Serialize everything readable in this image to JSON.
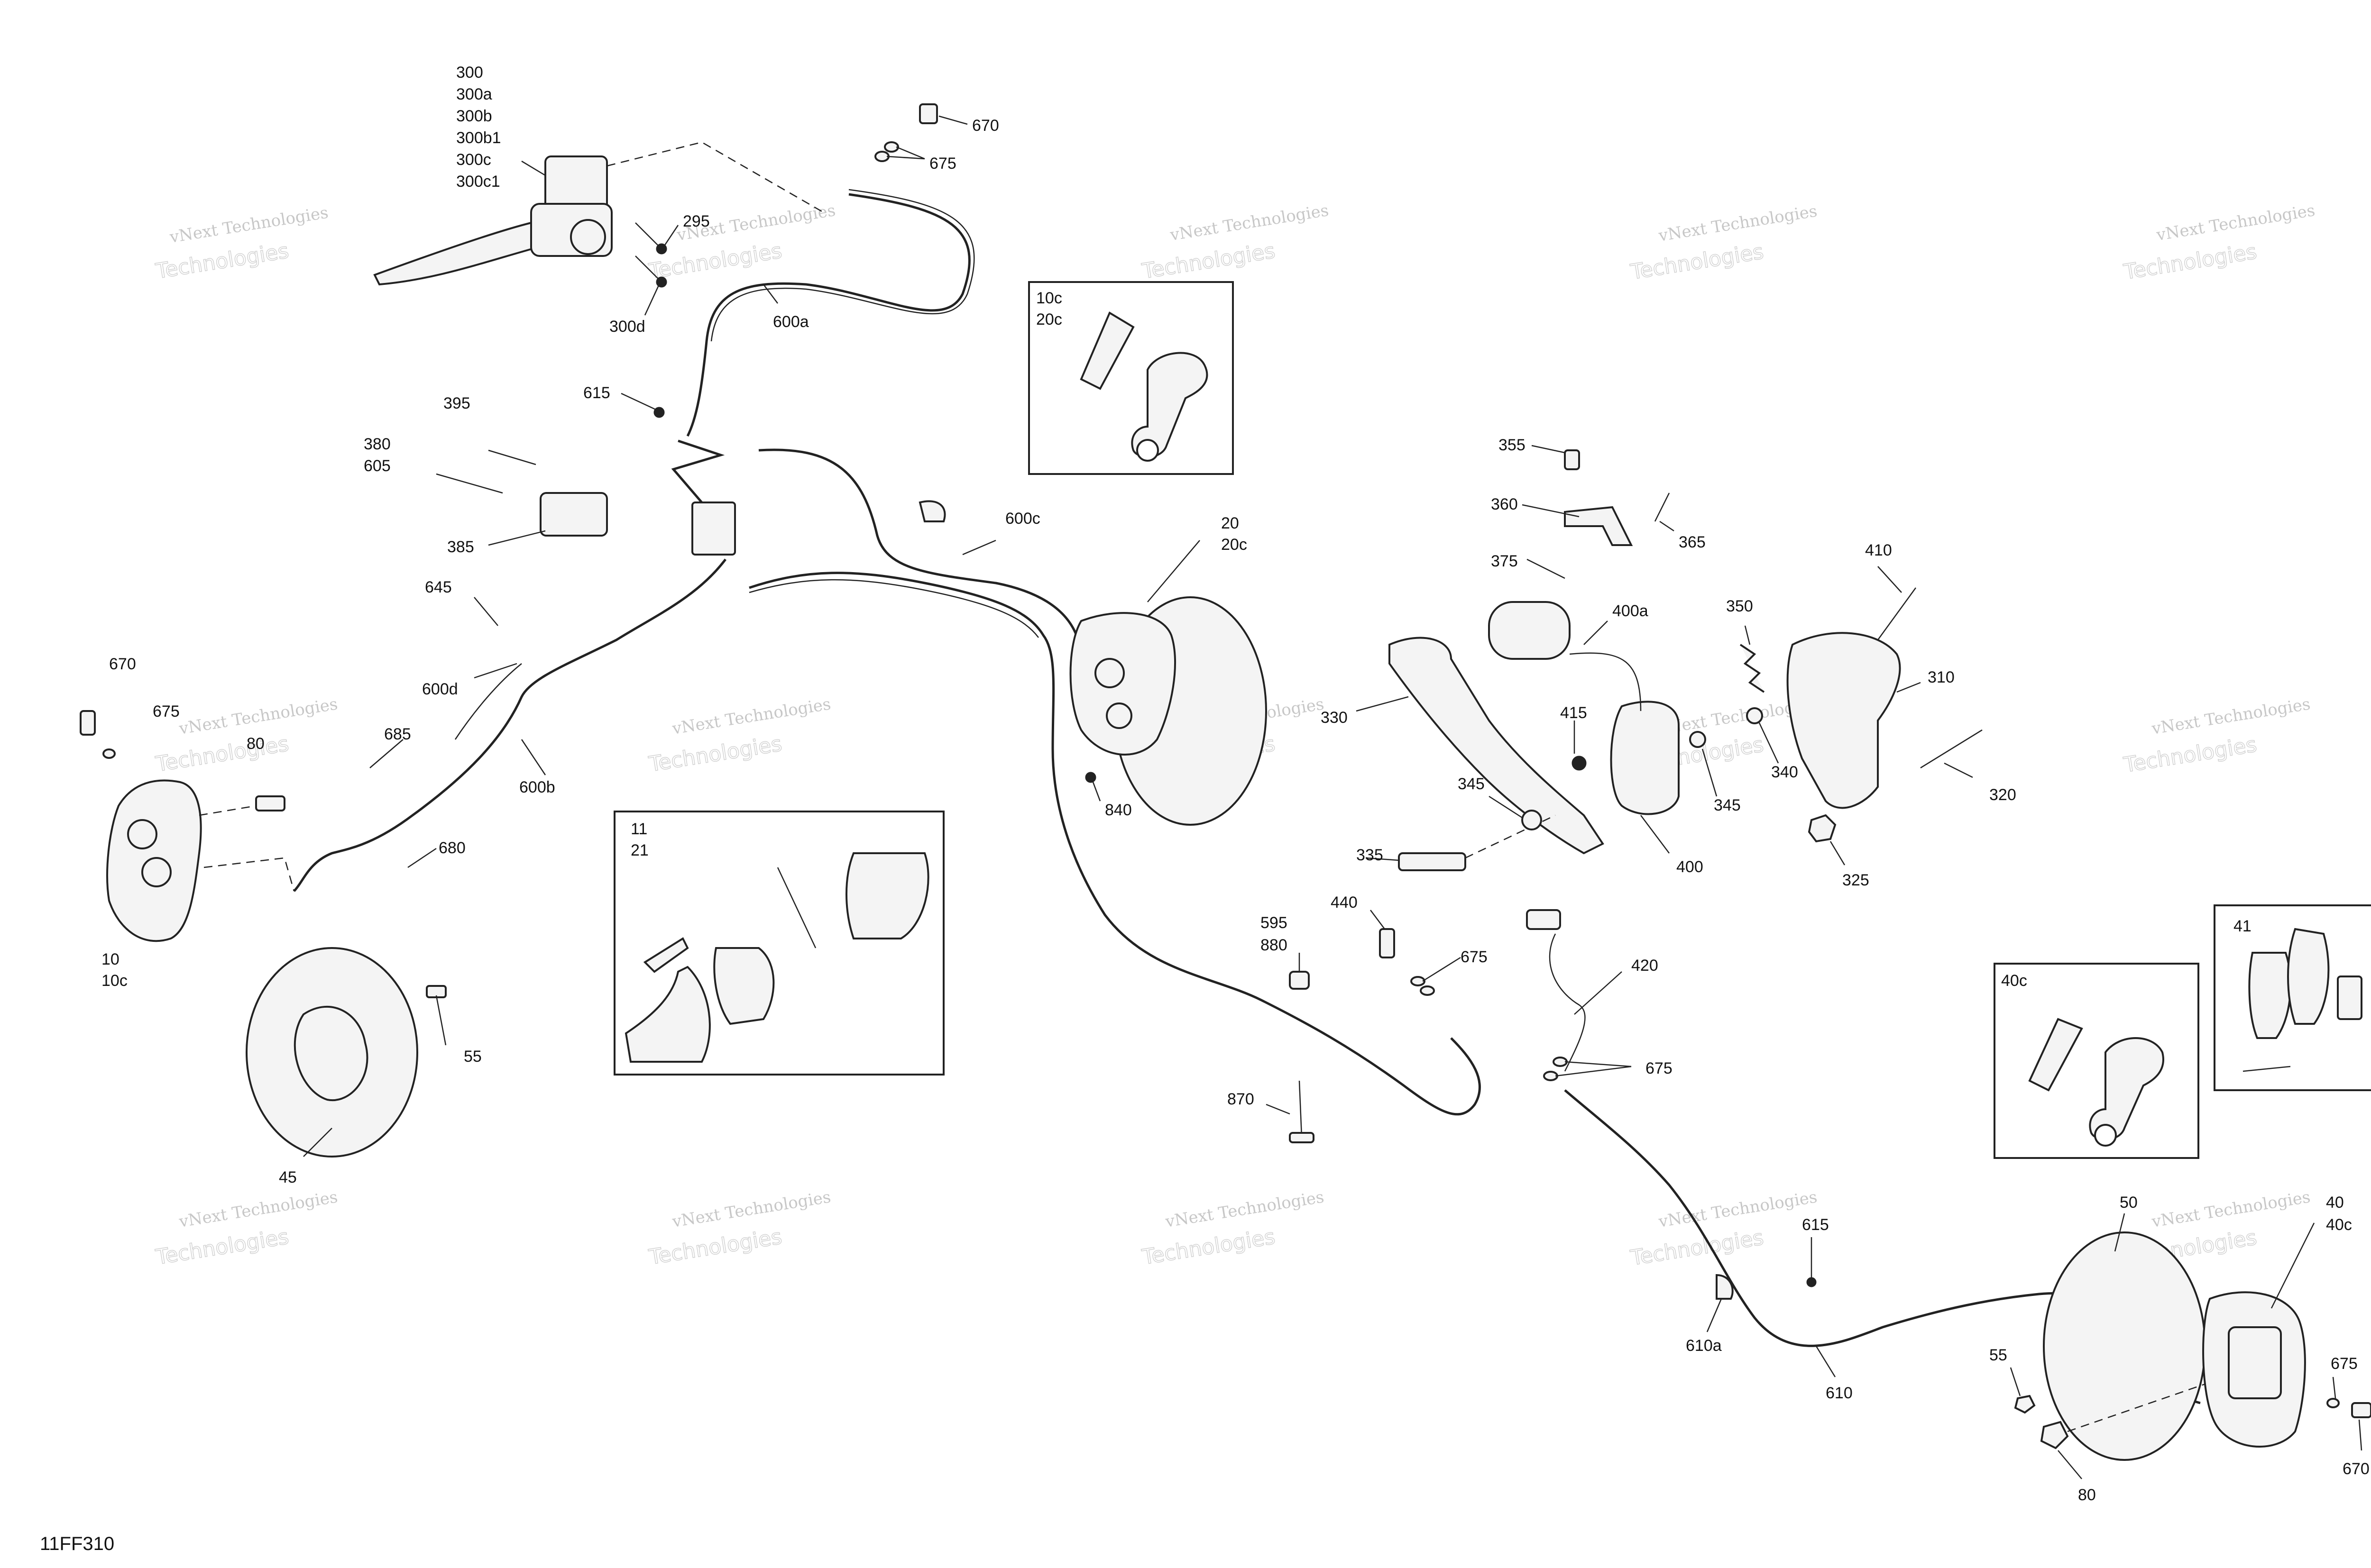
{
  "diagram_id": "11FF310",
  "watermark": {
    "line1": "vNext Technologies",
    "line2": "Technologies"
  },
  "callouts": {
    "c300": "300",
    "c300a": "300a",
    "c300b": "300b",
    "c300b1": "300b1",
    "c300c": "300c",
    "c300c1": "300c1",
    "c295": "295",
    "c300d": "300d",
    "c670_top": "670",
    "c675_top": "675",
    "c600a": "600a",
    "c615_top": "615",
    "c395": "395",
    "c380": "380",
    "c605": "605",
    "c385": "385",
    "c645": "645",
    "c600d": "600d",
    "c600c": "600c",
    "c600b": "600b",
    "c670_left": "670",
    "c675_left": "675",
    "c80_left": "80",
    "c685": "685",
    "c680": "680",
    "c10": "10",
    "c10c": "10c",
    "c55_left": "55",
    "c45": "45",
    "c20": "20",
    "c20c": "20c",
    "c840": "840",
    "c355": "355",
    "c360": "360",
    "c365": "365",
    "c375": "375",
    "c400a": "400a",
    "c330": "330",
    "c415": "415",
    "c345a": "345",
    "c345b": "345",
    "c400": "400",
    "c335": "335",
    "c350": "350",
    "c410": "410",
    "c310": "310",
    "c340": "340",
    "c320": "320",
    "c325": "325",
    "c595": "595",
    "c880": "880",
    "c440": "440",
    "c675_mid": "675",
    "c420": "420",
    "c675_mid2": "675",
    "c870": "870",
    "c615_bottom": "615",
    "c610a": "610a",
    "c610": "610",
    "c50": "50",
    "c40": "40",
    "c40c": "40c",
    "c55_right": "55",
    "c675_right": "675",
    "c670_right": "670",
    "c80_right": "80"
  },
  "insets": {
    "bleeder_front": {
      "line1": "10c",
      "line2": "20c"
    },
    "pads_front": {
      "line1": "11",
      "line2": "21"
    },
    "bleeder_rear": {
      "line1": "40c"
    },
    "pads_rear": {
      "line1": "41"
    }
  }
}
